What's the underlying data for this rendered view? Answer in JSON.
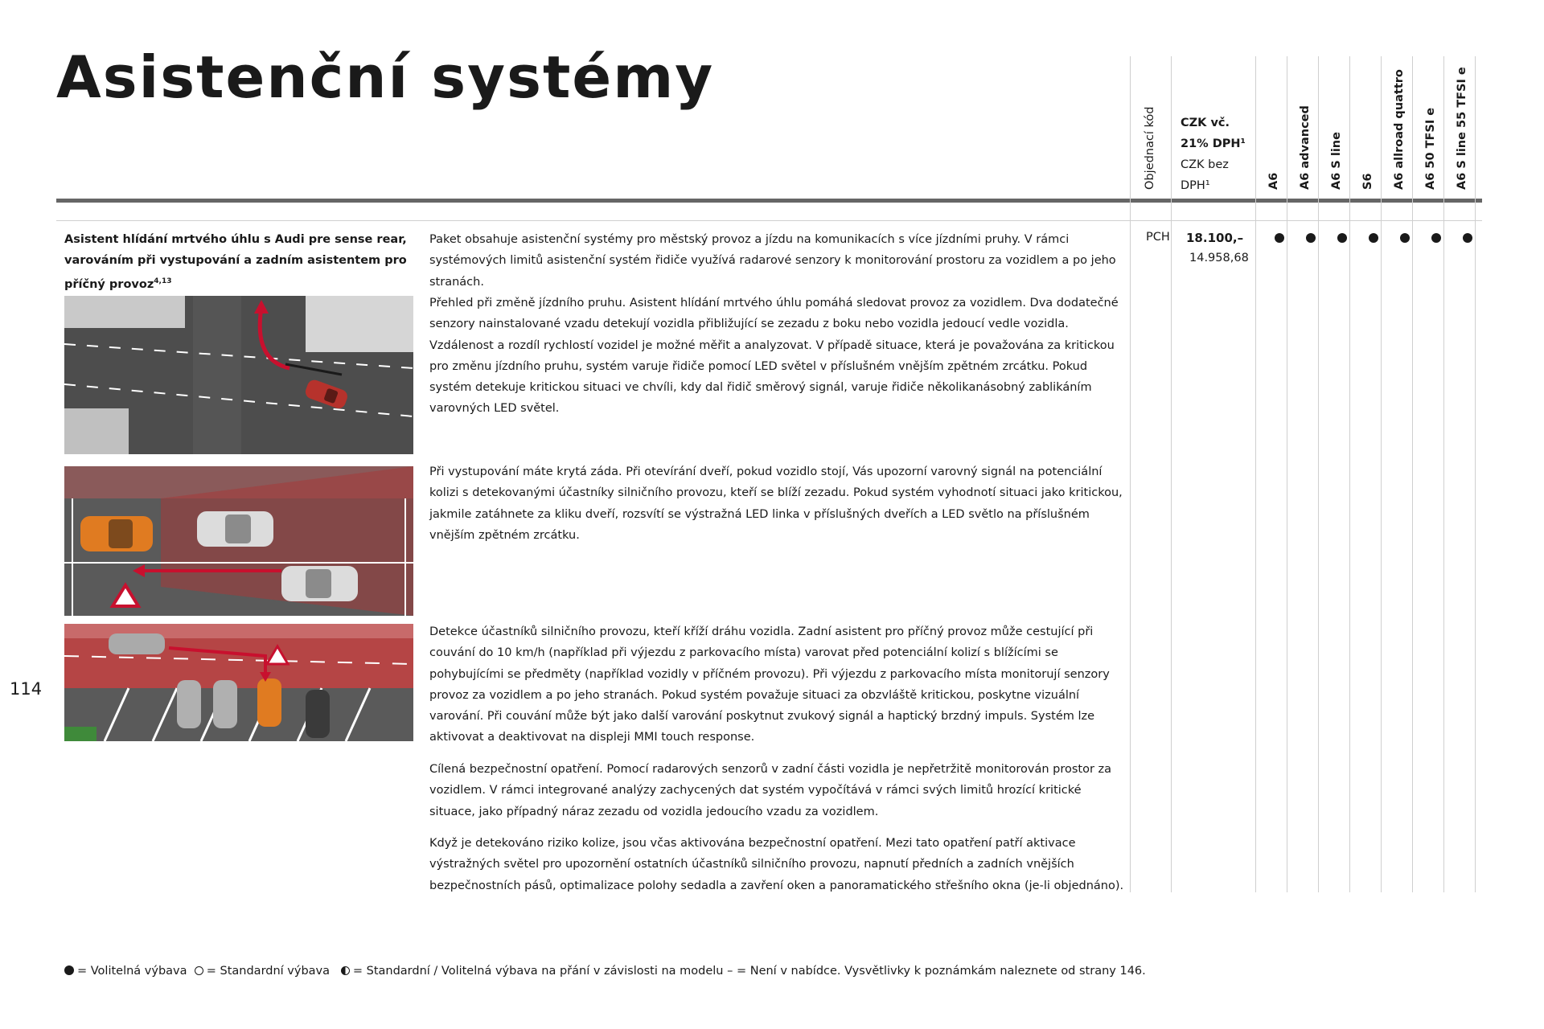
{
  "page": {
    "title": "Asistenční systémy",
    "page_number": "114"
  },
  "header": {
    "order_code_label": "Objednací kód",
    "price_incl_vat_label": "CZK vč. 21% DPH¹",
    "price_excl_vat_label": "CZK bez DPH¹",
    "models": [
      "A6",
      "A6 advanced",
      "A6 S line",
      "S6",
      "A6 allroad quattro",
      "A6 50 TFSI e",
      "A6 S line 55 TFSI e"
    ]
  },
  "feature": {
    "name": "Asistent hlídání mrtvého úhlu s Audi pre sense rear, varováním při vystupování a zadním asistentem pro příčný provoz",
    "name_sup": "4,13",
    "order_code": "PCH",
    "price_incl_vat": "18.100,–",
    "price_excl_vat": "14.958,68",
    "availability": [
      "●",
      "●",
      "●",
      "●",
      "●",
      "●",
      "●"
    ],
    "paragraphs": [
      "Paket obsahuje asistenční systémy pro městský provoz a jízdu na komunikacích s více jízdními pruhy. V rámci systémových limitů asistenční systém řidiče využívá radarové senzory k monitorování prostoru za vozidlem a po jeho stranách.",
      "Přehled při změně jízdního pruhu. Asistent hlídání mrtvého úhlu pomáhá sledovat provoz za vozidlem. Dva dodatečné senzory nainstalované vzadu detekují vozidla přibližující se zezadu z boku nebo vozidla jedoucí vedle vozidla. Vzdálenost a rozdíl rychlostí vozidel je možné měřit a analyzovat. V případě situace, která je považována za kritickou pro změnu jízdního pruhu, systém varuje řidiče pomocí LED světel v příslušném vnějším zpětném zrcátku. Pokud systém detekuje kritickou situaci ve chvíli, kdy dal řidič směrový signál, varuje řidiče několikanásobný zablikáním varovných LED světel.",
      "Při vystupování máte krytá záda. Při otevírání dveří, pokud vozidlo stojí, Vás upozorní varovný signál na potenciální kolizi s detekovanými účastníky silničního provozu, kteří se blíží zezadu. Pokud systém vyhodnotí situaci jako kritickou, jakmile zatáhnete za kliku dveří, rozsvítí se výstražná LED linka v příslušných dveřích a LED světlo na příslušném vnějším zpětném zrcátku.",
      "Detekce účastníků silničního provozu, kteří kříží dráhu vozidla. Zadní asistent pro příčný provoz může cestující při couvání do 10 km/h (například při výjezdu z parkovacího místa) varovat před potenciální kolizí s blížícími se pohybujícími se předměty (například vozidly v příčném provozu). Při výjezdu z parkovacího místa monitorují senzory provoz za vozidlem a po jeho stranách. Pokud systém považuje situaci za obzvláště kritickou, poskytne vizuální varování. Při couvání může být jako další varování poskytnut zvukový signál a haptický brzdný impuls. Systém lze aktivovat a deaktivovat na displeji MMI touch response.",
      "Cílená bezpečnostní opatření. Pomocí radarových senzorů v zadní části vozidla je nepřetržitě monitorován prostor za vozidlem. V rámci integrované analýzy zachycených dat systém vypočítává v rámci svých limitů hrozící kritické situace, jako případný náraz zezadu od vozidla jedoucího vzadu za vozidlem.",
      "Když je detekováno riziko kolize, jsou včas aktivována bezpečnostní opatření. Mezi tato opatření patří aktivace výstražných světel pro upozornění ostatních účastníků silničního provozu, napnutí předních a zadních vnějších bezpečnostních pásů, optimalizace polohy sedadla a zavření oken a panoramatického střešního okna (je-li objednáno)."
    ]
  },
  "legend": {
    "optional": "= Volitelná výbava",
    "standard": "= Standardní výbava",
    "mixed": "= Standardní / Volitelná výbava na přání v závislosti na modelu",
    "unavailable": "– = Není v nabídce. Vysvětlivky k poznámkám naleznete od strany 146."
  },
  "colors": {
    "rule": "#666666",
    "grid": "#cfcfcf",
    "warning_red": "#c8102e",
    "road": "#4a4a4a",
    "car_orange": "#e07b21"
  }
}
